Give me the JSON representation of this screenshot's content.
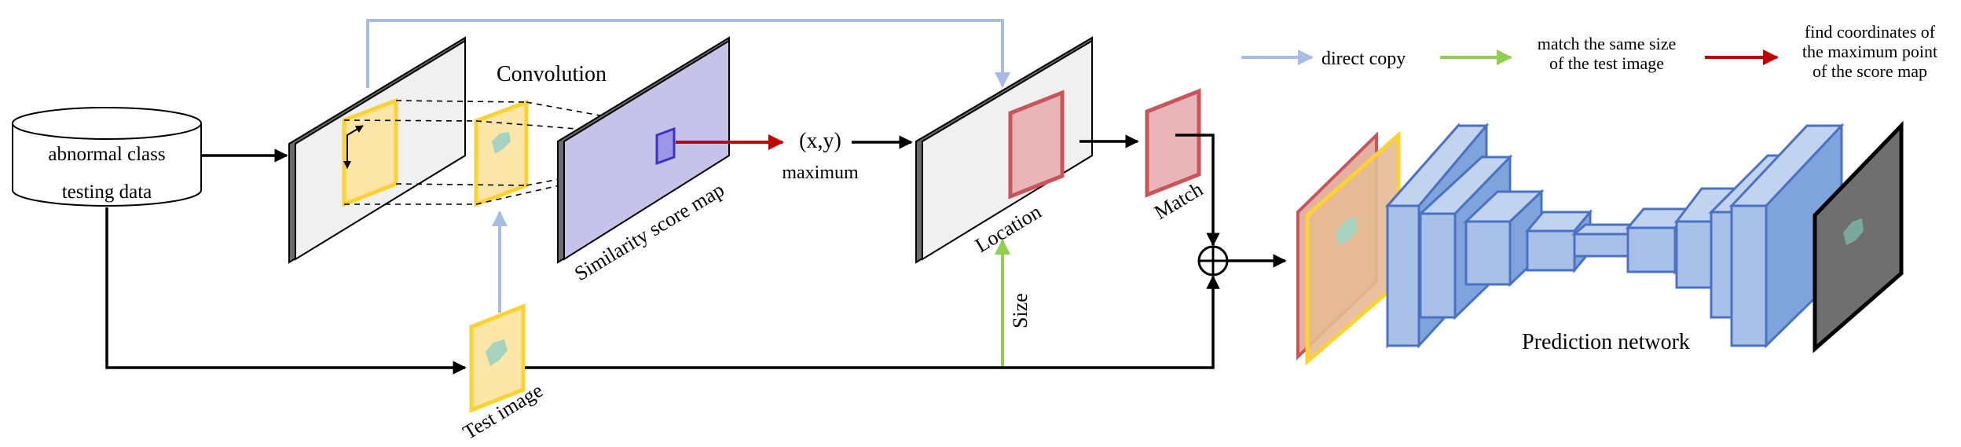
{
  "legend": {
    "direct_copy": "direct copy",
    "match_size_line1": "match the same size",
    "match_size_line2": "of the test image",
    "find_coords_line1": "find coordinates of",
    "find_coords_line2": "the maximum point",
    "find_coords_line3": "of the score map"
  },
  "colors": {
    "direct_copy": "#a9bde4",
    "match_size": "#8fd14f",
    "find_coords": "#c00000",
    "template_yellow": "#fcd22e",
    "score_map_fill": "#c6c3eb",
    "match_red": "#c9555a",
    "network_blue": "#7fa4dc"
  },
  "labels": {
    "database_line1": "abnormal class",
    "database_line2": "testing data",
    "convolution": "Convolution",
    "similarity_score_map": "Similarity score map",
    "xy": "(x,y)",
    "maximum": "maximum",
    "location": "Location",
    "match": "Match",
    "size": "Size",
    "test_image": "Test image",
    "prediction_network": "Prediction network",
    "combine_symbol": "⊕"
  }
}
